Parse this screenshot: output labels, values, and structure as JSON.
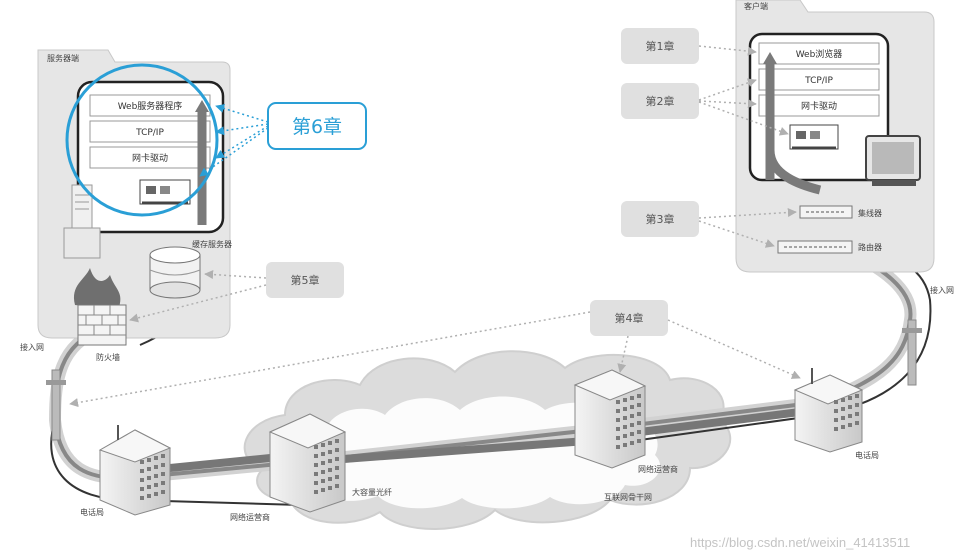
{
  "server": {
    "panel_title": "服务器端",
    "stack": [
      "Web服务器程序",
      "TCP/IP",
      "网卡驱动"
    ],
    "cache_label": "缓存服务器",
    "firewall_label": "防火墙",
    "access_label": "接入网"
  },
  "client": {
    "panel_title": "客户端",
    "stack": [
      "Web浏览器",
      "TCP/IP",
      "网卡驱动"
    ],
    "hub_label": "集线器",
    "router_label": "路由器",
    "access_label": "接入网"
  },
  "chapters": {
    "ch1": "第1章",
    "ch2": "第2章",
    "ch3": "第3章",
    "ch4": "第4章",
    "ch5": "第5章",
    "ch6": "第6章"
  },
  "network": {
    "telco_left": "电话局",
    "telco_right": "电话局",
    "isp_left": "网络运营商",
    "isp_right": "网络运营商",
    "fiber": "大容量光纤",
    "backbone": "互联网骨干网"
  },
  "watermark": "https://blog.csdn.net/weixin_41413511",
  "colors": {
    "accent": "#2a9fd6",
    "pill": "#e0e0e0",
    "panel": "#e6e6e6"
  }
}
